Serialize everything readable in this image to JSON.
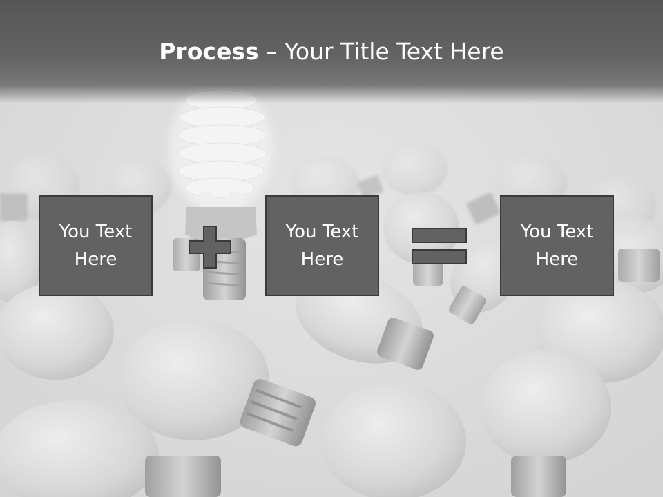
{
  "slide": {
    "title_strong": "Process",
    "title_rest": " – Your Title Text Here"
  },
  "process": {
    "steps": [
      {
        "text": "You Text Here"
      },
      {
        "text": "You Text Here"
      },
      {
        "text": "You Text Here"
      }
    ],
    "operators": [
      "plus-icon",
      "equals-icon"
    ]
  },
  "colors": {
    "box_fill": "#626262",
    "box_border": "#3a3a3a",
    "title_band": "#5a5a5a",
    "text": "#ffffff"
  }
}
